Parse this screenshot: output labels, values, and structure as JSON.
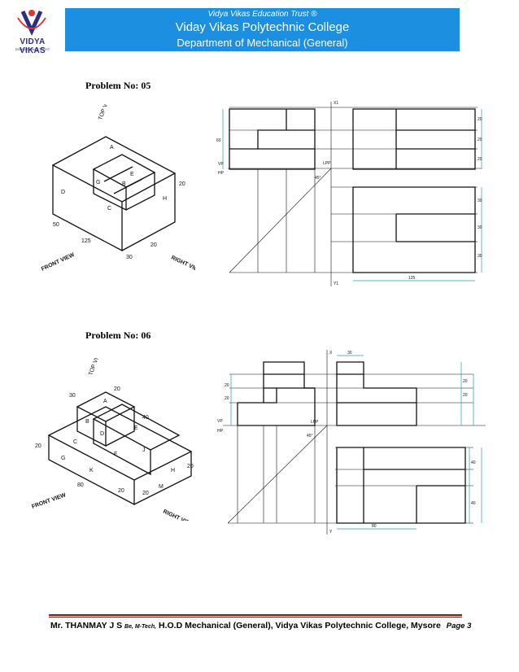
{
  "header": {
    "logo_name": "VIDYA VIKAS",
    "logo_sub": "EDUCATIONAL TRUST",
    "trust": "Vidya Vikas Education Trust ®",
    "college": "Viday Vikas Polytechnic College",
    "department": "Department of Mechanical (General)"
  },
  "problems": [
    {
      "title": "Problem No: 05",
      "iso_labels": {
        "top_view": "TOP VIEW",
        "front_view": "FRONT VIEW",
        "right_view": "RIGHT VIEW",
        "dims": [
          "125",
          "50",
          "30",
          "20",
          "20"
        ],
        "faces": [
          "A",
          "B",
          "C",
          "D",
          "E",
          "G",
          "H"
        ]
      },
      "ortho_labels": {
        "x1": "X1",
        "y1": "Y1",
        "vp": "VP",
        "hp": "HP",
        "lpp": "LPP",
        "angle": "45°",
        "dims": [
          "20",
          "20",
          "20",
          "30",
          "30",
          "30",
          "125",
          "60"
        ]
      }
    },
    {
      "title": "Problem No: 06",
      "iso_labels": {
        "top_view": "TOP VIEW",
        "front_view": "FRONT VIEW",
        "right_view": "RIGHT VIEW",
        "dims": [
          "30",
          "20",
          "40",
          "20",
          "80",
          "20",
          "20",
          "20"
        ],
        "faces": [
          "A",
          "B",
          "C",
          "D",
          "E",
          "F",
          "G",
          "H",
          "J",
          "K",
          "M"
        ]
      },
      "ortho_labels": {
        "x": "X",
        "y": "Y",
        "vp": "VP",
        "hp": "HP",
        "lpp": "LPP",
        "angle": "45°",
        "dims": [
          "20",
          "20",
          "20",
          "20",
          "30",
          "40",
          "40",
          "80"
        ]
      }
    }
  ],
  "footer": {
    "author": "Mr. THANMAY J S",
    "quals": "Be, M-Tech,",
    "role": "H.O.D Mechanical (General), Vidya Vikas Polytechnic College, Mysore",
    "page": "Page 3"
  }
}
